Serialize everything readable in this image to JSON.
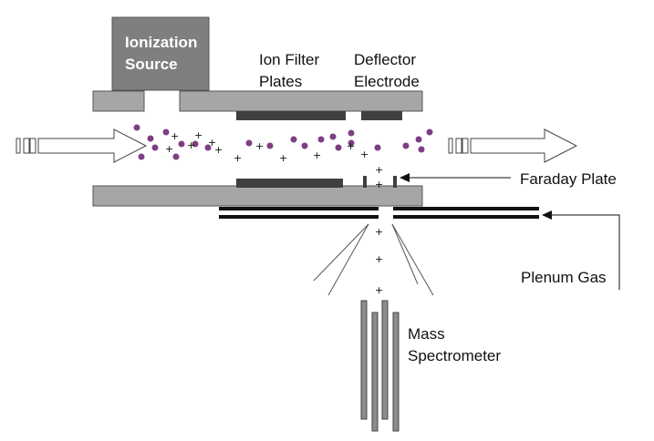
{
  "labels": {
    "ionization_source": [
      "Ionization",
      "Source"
    ],
    "ion_filter_plates": [
      "Ion Filter",
      "Plates"
    ],
    "deflector_electrode": [
      "Deflector",
      "Electrode"
    ],
    "faraday_plate": "Faraday Plate",
    "plenum_gas": "Plenum Gas",
    "mass_spectrometer": [
      "Mass",
      "Spectrometer"
    ]
  },
  "ion_symbol": "+",
  "colors": {
    "chamber_fill": "#a6a6a6",
    "source_fill": "#7f7f7f",
    "plate_fill": "#404040",
    "molecule_fill": "#7e3f82",
    "rod_fill": "#8c8c8c"
  }
}
